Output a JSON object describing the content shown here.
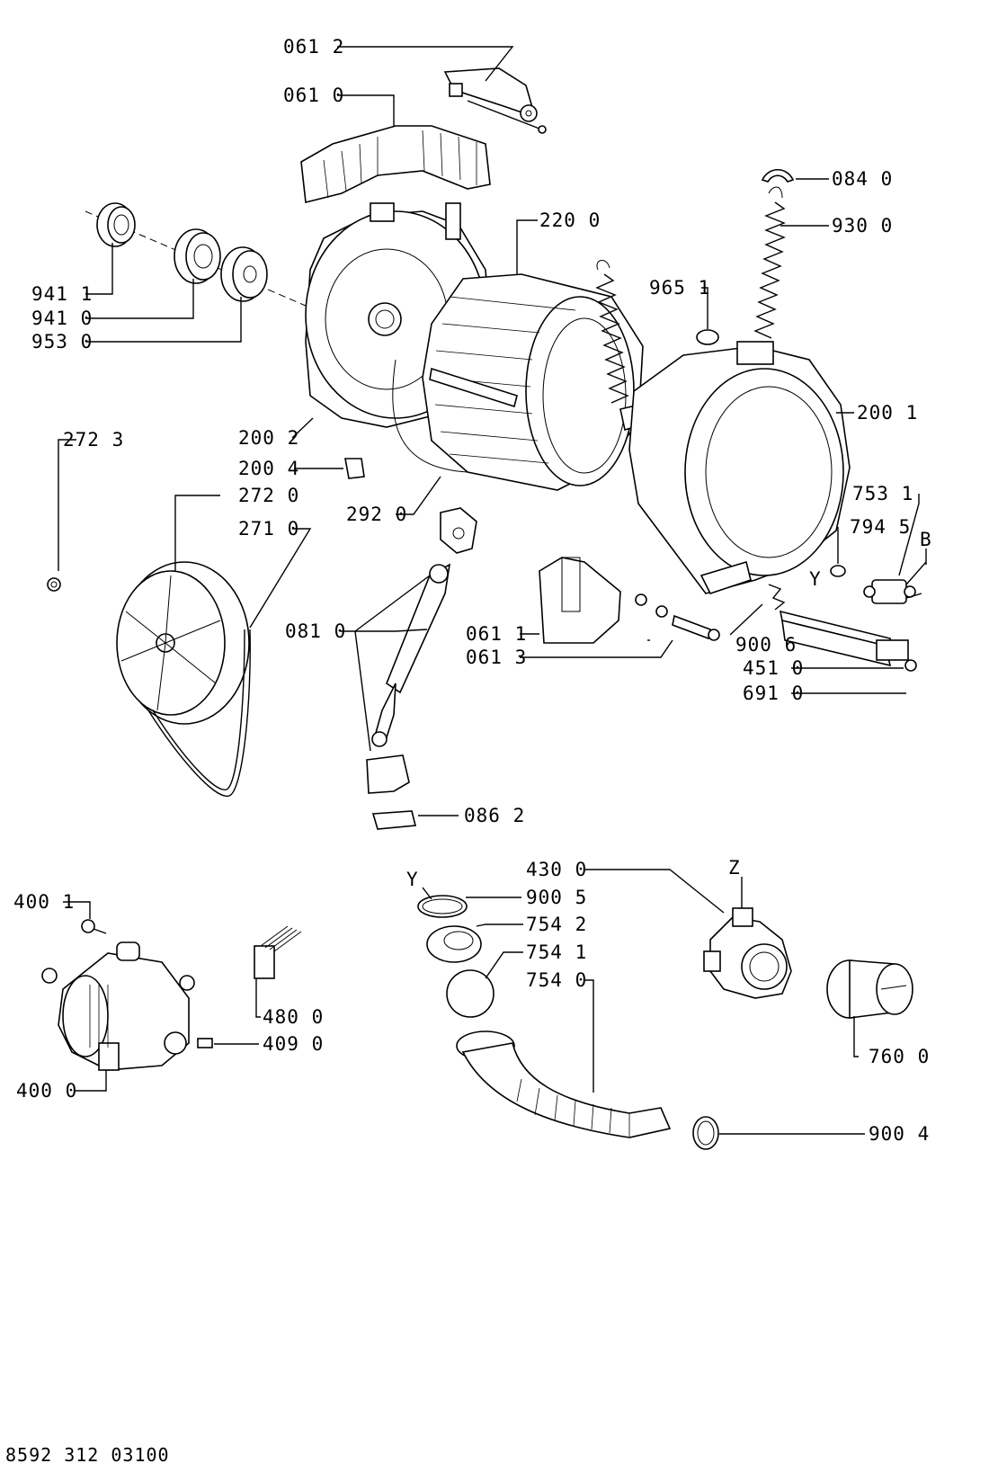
{
  "labels": {
    "p0612": "061 2",
    "p0610": "061 0",
    "p0840": "084 0",
    "p2200": "220 0",
    "p9300": "930 0",
    "p9411": "941 1",
    "p9410": "941 0",
    "p9530": "953 0",
    "p9651": "965 1",
    "p2723": "272 3",
    "p2002": "200 2",
    "p2001": "200 1",
    "p2004": "200 4",
    "p2720": "272 0",
    "p2920": "292 0",
    "p7531": "753 1",
    "p2710": "271 0",
    "p7945": "794 5",
    "pB": "B",
    "pY1": "Y",
    "p0810": "081 0",
    "p0611": "061 1",
    "p0613": "061 3",
    "p9006": "900 6",
    "p4510": "451 0",
    "p6910": "691 0",
    "p0862": "086 2",
    "p4300": "430 0",
    "pZ": "Z",
    "pY2": "Y",
    "p9005": "900 5",
    "p4001": "400 1",
    "p7542": "754 2",
    "p7541": "754 1",
    "p7540": "754 0",
    "p4800": "480 0",
    "p4090": "409 0",
    "p7600": "760 0",
    "p4000": "400 0",
    "p9004": "900 4"
  },
  "footer": "8592 312 03100"
}
